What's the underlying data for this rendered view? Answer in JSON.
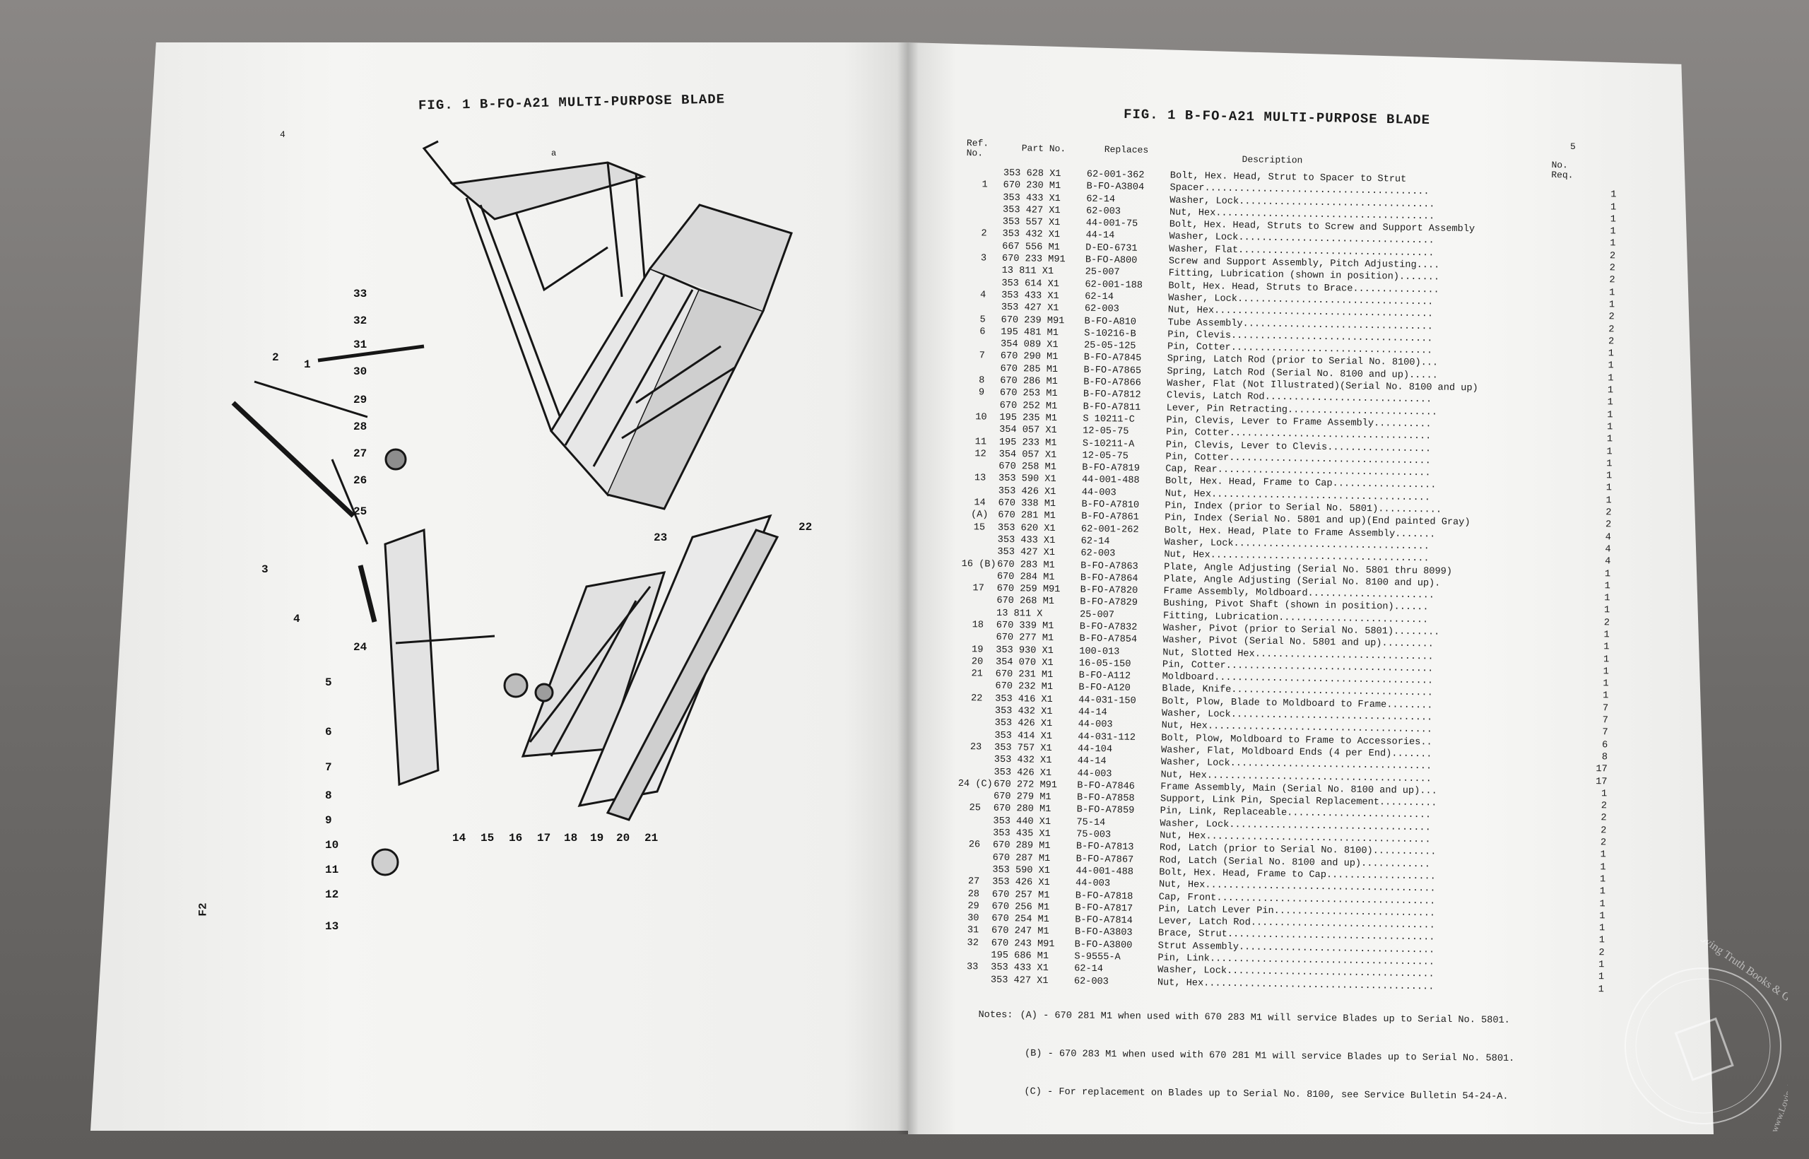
{
  "left_page": {
    "page_number": "4",
    "title": "FIG. 1  B-FO-A21 MULTI-PURPOSE BLADE",
    "margin_label": "F2",
    "diagram_marker": "a",
    "callouts": [
      "33",
      "32",
      "31",
      "30",
      "29",
      "28",
      "27",
      "26",
      "25",
      "24",
      "1",
      "2",
      "3",
      "4",
      "5",
      "6",
      "7",
      "8",
      "9",
      "10",
      "11",
      "12",
      "13",
      "14",
      "15",
      "16",
      "17",
      "18",
      "19",
      "20",
      "21",
      "22",
      "23"
    ]
  },
  "right_page": {
    "page_number": "5",
    "title": "FIG. 1  B-FO-A21 MULTI-PURPOSE BLADE",
    "headers": {
      "ref": "Ref.\nNo.",
      "part_no": "Part No.",
      "replaces": "Replaces",
      "description": "Description",
      "no_req": "No.\nReq."
    },
    "rows": [
      {
        "ref": "",
        "part": "353 628 X1",
        "rep": "62-001-362",
        "desc": "Bolt, Hex. Head, Strut to Spacer to Strut",
        "qty": ""
      },
      {
        "ref": "1",
        "part": "670 230 M1",
        "rep": "B-FO-A3804",
        "desc": "Spacer.......................................",
        "qty": "1"
      },
      {
        "ref": "",
        "part": "353 433 X1",
        "rep": "62-14",
        "desc": "Washer, Lock..................................",
        "qty": "1"
      },
      {
        "ref": "",
        "part": "353 427 X1",
        "rep": "62-003",
        "desc": "Nut, Hex......................................",
        "qty": "1"
      },
      {
        "ref": "",
        "part": "353 557 X1",
        "rep": "44-001-75",
        "desc": "Bolt, Hex. Head, Struts to Screw and Support Assembly",
        "qty": "1"
      },
      {
        "ref": "2",
        "part": "353 432 X1",
        "rep": "44-14",
        "desc": "Washer, Lock..................................",
        "qty": "1"
      },
      {
        "ref": "",
        "part": "667 556 M1",
        "rep": "D-EO-6731",
        "desc": "Washer, Flat..................................",
        "qty": "2"
      },
      {
        "ref": "3",
        "part": "670 233 M91",
        "rep": "B-FO-A800",
        "desc": "Screw and Support Assembly, Pitch Adjusting....",
        "qty": "2"
      },
      {
        "ref": "",
        "part": "13 811 X1",
        "rep": "25-007",
        "desc": "Fitting, Lubrication (shown in position).......",
        "qty": "2"
      },
      {
        "ref": "",
        "part": "353 614 X1",
        "rep": "62-001-188",
        "desc": "Bolt, Hex. Head, Struts to Brace...............",
        "qty": "1"
      },
      {
        "ref": "4",
        "part": "353 433 X1",
        "rep": "62-14",
        "desc": "Washer, Lock..................................",
        "qty": "1"
      },
      {
        "ref": "",
        "part": "353 427 X1",
        "rep": "62-003",
        "desc": "Nut, Hex......................................",
        "qty": "2"
      },
      {
        "ref": "5",
        "part": "670 239 M91",
        "rep": "B-FO-A810",
        "desc": "Tube Assembly.................................",
        "qty": "2"
      },
      {
        "ref": "6",
        "part": "195 481 M1",
        "rep": "S-10216-B",
        "desc": "Pin, Clevis...................................",
        "qty": "2"
      },
      {
        "ref": "",
        "part": "354 089 X1",
        "rep": "25-05-125",
        "desc": "Pin, Cotter...................................",
        "qty": "1"
      },
      {
        "ref": "7",
        "part": "670 290 M1",
        "rep": "B-FO-A7845",
        "desc": "Spring, Latch Rod (prior to Serial No. 8100)...",
        "qty": "1"
      },
      {
        "ref": "",
        "part": "670 285 M1",
        "rep": "B-FO-A7865",
        "desc": "Spring, Latch Rod (Serial No. 8100 and up).....",
        "qty": "1"
      },
      {
        "ref": "8",
        "part": "670 286 M1",
        "rep": "B-FO-A7866",
        "desc": "Washer, Flat (Not Illustrated)(Serial No. 8100 and up)",
        "qty": "1"
      },
      {
        "ref": "9",
        "part": "670 253 M1",
        "rep": "B-FO-A7812",
        "desc": "Clevis, Latch Rod.............................",
        "qty": "1"
      },
      {
        "ref": "",
        "part": "670 252 M1",
        "rep": "B-FO-A7811",
        "desc": "Lever, Pin Retracting..........................",
        "qty": "1"
      },
      {
        "ref": "10",
        "part": "195 235 M1",
        "rep": "S 10211-C",
        "desc": "Pin, Clevis, Lever to Frame Assembly..........",
        "qty": "1"
      },
      {
        "ref": "",
        "part": "354 057 X1",
        "rep": "12-05-75",
        "desc": "Pin, Cotter...................................",
        "qty": "1"
      },
      {
        "ref": "11",
        "part": "195 233 M1",
        "rep": "S-10211-A",
        "desc": "Pin, Clevis, Lever to Clevis..................",
        "qty": "1"
      },
      {
        "ref": "12",
        "part": "354 057 X1",
        "rep": "12-05-75",
        "desc": "Pin, Cotter...................................",
        "qty": "1"
      },
      {
        "ref": "",
        "part": "670 258 M1",
        "rep": "B-FO-A7819",
        "desc": "Cap, Rear.....................................",
        "qty": "1"
      },
      {
        "ref": "13",
        "part": "353 590 X1",
        "rep": "44-001-488",
        "desc": "Bolt, Hex. Head, Frame to Cap..................",
        "qty": "1"
      },
      {
        "ref": "",
        "part": "353 426 X1",
        "rep": "44-003",
        "desc": "Nut, Hex......................................",
        "qty": "1"
      },
      {
        "ref": "14",
        "part": "670 338 M1",
        "rep": "B-FO-A7810",
        "desc": "Pin, Index (prior to Serial No. 5801)...........",
        "qty": "2"
      },
      {
        "ref": "(A)",
        "part": "670 281 M1",
        "rep": "B-FO-A7861",
        "desc": "Pin, Index (Serial No. 5801 and up)(End painted Gray)",
        "qty": "2"
      },
      {
        "ref": "15",
        "part": "353 620 X1",
        "rep": "62-001-262",
        "desc": "Bolt, Hex. Head, Plate to Frame Assembly.......",
        "qty": "4"
      },
      {
        "ref": "",
        "part": "353 433 X1",
        "rep": "62-14",
        "desc": "Washer, Lock..................................",
        "qty": "4"
      },
      {
        "ref": "",
        "part": "353 427 X1",
        "rep": "62-003",
        "desc": "Nut, Hex......................................",
        "qty": "4"
      },
      {
        "ref": "16 (B)",
        "part": "670 283 M1",
        "rep": "B-FO-A7863",
        "desc": "Plate, Angle Adjusting (Serial No. 5801 thru 8099)",
        "qty": "1"
      },
      {
        "ref": "",
        "part": "670 284 M1",
        "rep": "B-FO-A7864",
        "desc": "Plate, Angle Adjusting (Serial No. 8100 and up).",
        "qty": "1"
      },
      {
        "ref": "17",
        "part": "670 259 M91",
        "rep": "B-FO-A7820",
        "desc": "Frame Assembly, Moldboard......................",
        "qty": "1"
      },
      {
        "ref": "",
        "part": "670 268 M1",
        "rep": "B-FO-A7829",
        "desc": "  Bushing, Pivot Shaft (shown in position)......",
        "qty": "1"
      },
      {
        "ref": "",
        "part": "13 811 X",
        "rep": "25-007",
        "desc": "  Fitting, Lubrication..........................",
        "qty": "2"
      },
      {
        "ref": "18",
        "part": "670 339 M1",
        "rep": "B-FO-A7832",
        "desc": "Washer, Pivot (prior to Serial No. 5801)........",
        "qty": "1"
      },
      {
        "ref": "",
        "part": "670 277 M1",
        "rep": "B-FO-A7854",
        "desc": "Washer, Pivot (Serial No. 5801 and up).........",
        "qty": "1"
      },
      {
        "ref": "19",
        "part": "353 930 X1",
        "rep": "100-013",
        "desc": "Nut, Slotted Hex...............................",
        "qty": "1"
      },
      {
        "ref": "20",
        "part": "354 070 X1",
        "rep": "16-05-150",
        "desc": "Pin, Cotter....................................",
        "qty": "1"
      },
      {
        "ref": "21",
        "part": "670 231 M1",
        "rep": "B-FO-A112",
        "desc": "Moldboard......................................",
        "qty": "1"
      },
      {
        "ref": "",
        "part": "670 232 M1",
        "rep": "B-FO-A120",
        "desc": "Blade, Knife...................................",
        "qty": "1"
      },
      {
        "ref": "22",
        "part": "353 416 X1",
        "rep": "44-031-150",
        "desc": "Bolt, Plow, Blade to Moldboard to Frame........",
        "qty": "7"
      },
      {
        "ref": "",
        "part": "353 432 X1",
        "rep": "44-14",
        "desc": "Washer, Lock...................................",
        "qty": "7"
      },
      {
        "ref": "",
        "part": "353 426 X1",
        "rep": "44-003",
        "desc": "Nut, Hex.......................................",
        "qty": "7"
      },
      {
        "ref": "",
        "part": "353 414 X1",
        "rep": "44-031-112",
        "desc": "Bolt, Plow, Moldboard to Frame to Accessories..",
        "qty": "6"
      },
      {
        "ref": "23",
        "part": "353 757 X1",
        "rep": "44-104",
        "desc": "Washer, Flat, Moldboard Ends (4 per End).......",
        "qty": "8"
      },
      {
        "ref": "",
        "part": "353 432 X1",
        "rep": "44-14",
        "desc": "Washer, Lock...................................",
        "qty": "17"
      },
      {
        "ref": "",
        "part": "353 426 X1",
        "rep": "44-003",
        "desc": "Nut, Hex.......................................",
        "qty": "17"
      },
      {
        "ref": "24 (C)",
        "part": "670 272 M91",
        "rep": "B-FO-A7846",
        "desc": "Frame Assembly, Main (Serial No. 8100 and up)...",
        "qty": "1"
      },
      {
        "ref": "",
        "part": "670 279 M1",
        "rep": "B-FO-A7858",
        "desc": "Support, Link Pin, Special Replacement..........",
        "qty": "2"
      },
      {
        "ref": "25",
        "part": "670 280 M1",
        "rep": "B-FO-A7859",
        "desc": "Pin, Link, Replaceable.........................",
        "qty": "2"
      },
      {
        "ref": "",
        "part": "353 440 X1",
        "rep": "75-14",
        "desc": "Washer, Lock...................................",
        "qty": "2"
      },
      {
        "ref": "",
        "part": "353 435 X1",
        "rep": "75-003",
        "desc": "Nut, Hex.......................................",
        "qty": "2"
      },
      {
        "ref": "26",
        "part": "670 289 M1",
        "rep": "B-FO-A7813",
        "desc": "Rod, Latch (prior to Serial No. 8100)...........",
        "qty": "1"
      },
      {
        "ref": "",
        "part": "670 287 M1",
        "rep": "B-FO-A7867",
        "desc": "Rod, Latch (Serial No. 8100 and up)............",
        "qty": "1"
      },
      {
        "ref": "",
        "part": "353 590 X1",
        "rep": "44-001-488",
        "desc": "Bolt, Hex. Head, Frame to Cap...................",
        "qty": "1"
      },
      {
        "ref": "27",
        "part": "353 426 X1",
        "rep": "44-003",
        "desc": "Nut, Hex........................................",
        "qty": "1"
      },
      {
        "ref": "28",
        "part": "670 257 M1",
        "rep": "B-FO-A7818",
        "desc": "Cap, Front......................................",
        "qty": "1"
      },
      {
        "ref": "29",
        "part": "670 256 M1",
        "rep": "B-FO-A7817",
        "desc": "Pin, Latch Lever Pin............................",
        "qty": "1"
      },
      {
        "ref": "30",
        "part": "670 254 M1",
        "rep": "B-FO-A7814",
        "desc": "Lever, Latch Rod................................",
        "qty": "1"
      },
      {
        "ref": "31",
        "part": "670 247 M1",
        "rep": "B-FO-A3803",
        "desc": "Brace, Strut....................................",
        "qty": "1"
      },
      {
        "ref": "32",
        "part": "670 243 M91",
        "rep": "B-FO-A3800",
        "desc": "Strut Assembly..................................",
        "qty": "2"
      },
      {
        "ref": "",
        "part": "195 686 M1",
        "rep": "S-9555-A",
        "desc": "Pin, Link.......................................",
        "qty": "1"
      },
      {
        "ref": "33",
        "part": "353 433 X1",
        "rep": "62-14",
        "desc": "Washer, Lock....................................",
        "qty": "1"
      },
      {
        "ref": "",
        "part": "353 427 X1",
        "rep": "62-003",
        "desc": "Nut, Hex........................................",
        "qty": "1"
      }
    ],
    "notes": {
      "label": "Notes:",
      "a": "(A) - 670 281 M1 when used with 670 283 M1 will service Blades up to Serial No. 5801.",
      "b": "(B) - 670 283 M1 when used with 670 281 M1 will service Blades up to Serial No. 5801.",
      "c": "(C) - For replacement on Blades up to Serial No. 8100, see Service Bulletin 54-24-A."
    }
  },
  "watermark": {
    "text": "Loving Truth Books & Gifts",
    "url": "www.LovingTruthBooks.com"
  }
}
